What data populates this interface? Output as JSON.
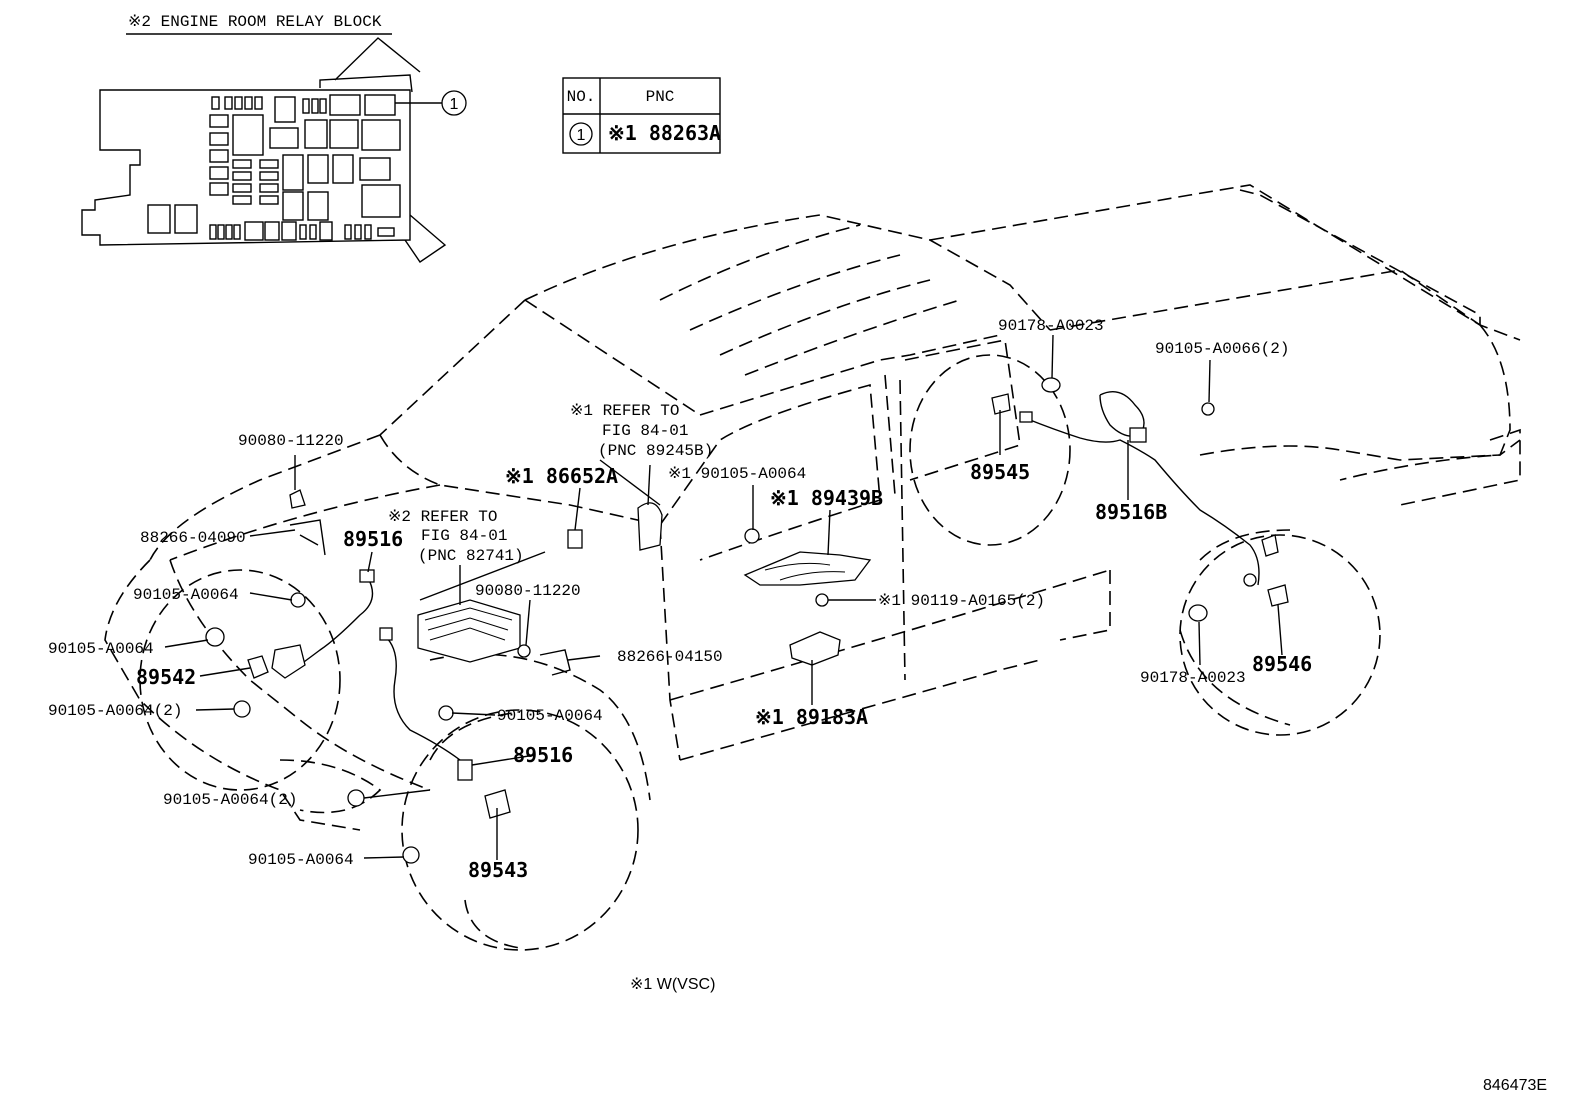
{
  "relay_block": {
    "title": "※2 ENGINE ROOM RELAY BLOCK",
    "callout": "1"
  },
  "pnc_table": {
    "header_no": "NO.",
    "header_pnc": "PNC",
    "row_no": "1",
    "row_pnc": "※1 88263A"
  },
  "refer_1": {
    "line1": "※1 REFER TO",
    "line2": "FIG 84-01",
    "line3": "(PNC 89245B)"
  },
  "refer_2": {
    "line1": "※2 REFER TO",
    "line2": "FIG 84-01",
    "line3": "(PNC 82741)"
  },
  "labels": {
    "p_90080_11220_a": "90080-11220",
    "p_88266_04090": "88266-04090",
    "p_89516_a": "89516",
    "p_90105_a0064_a": "90105-A0064",
    "p_90105_a0064_b": "90105-A0064",
    "p_89542": "89542",
    "p_90105_a0064_2_a": "90105-A0064(2)",
    "p_90105_a0064_2_b": "90105-A0064(2)",
    "p_90105_a0064_c": "90105-A0064",
    "p_86652a": "※1 86652A",
    "p_90105_a0064_d": "※1 90105-A0064",
    "p_89439b": "※1 89439B",
    "p_90080_11220_b": "90080-11220",
    "p_88266_04150": "88266-04150",
    "p_90105_a0064_e": "90105-A0064",
    "p_89516_b": "89516",
    "p_89543": "89543",
    "p_90119_a0165": "※1 90119-A0165(2)",
    "p_89183a": "※1 89183A",
    "p_90178_a0023_a": "90178-A0023",
    "p_90105_a0066": "90105-A0066(2)",
    "p_89545": "89545",
    "p_89516b": "89516B",
    "p_89546": "89546",
    "p_90178_a0023_b": "90178-A0023"
  },
  "footnote": "※1 W(VSC)",
  "figure_id": "846473E"
}
